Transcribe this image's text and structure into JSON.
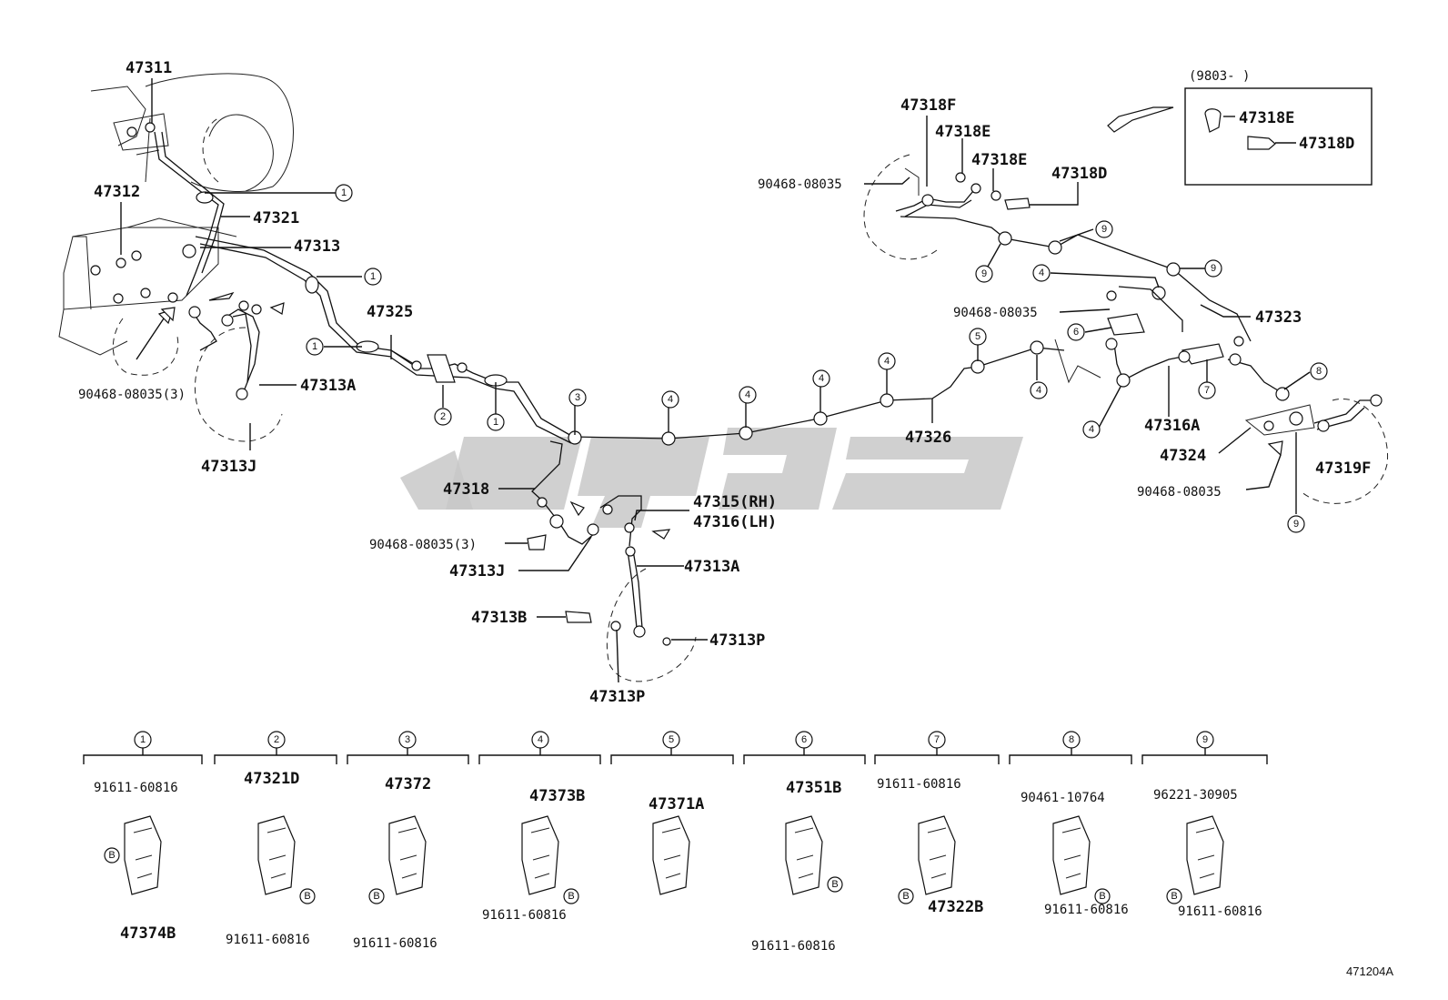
{
  "diagram": {
    "reference_code": "471204A",
    "inset_header": "(9803-          )",
    "part_labels": {
      "p47311": "47311",
      "p47312": "47312",
      "p47321": "47321",
      "p47313": "47313",
      "p47325": "47325",
      "p90468_3_left": "90468-08035(3)",
      "p47313A_left": "47313A",
      "p47313J_left": "47313J",
      "p47318F": "47318F",
      "p47318E_a": "47318E",
      "p47318E_b": "47318E",
      "p47318D_top": "47318D",
      "p90468_top": "90468-08035",
      "p47318E_inset": "47318E",
      "p47318D_inset": "47318D",
      "p90468_mid": "90468-08035",
      "p47323": "47323",
      "p47326": "47326",
      "p47316A": "47316A",
      "p47324": "47324",
      "p90468_right": "90468-08035",
      "p47319F": "47319F",
      "p47318": "47318",
      "p47315RH": "47315(RH)",
      "p47316LH": "47316(LH)",
      "p90468_3_center": "90468-08035(3)",
      "p47313J_center": "47313J",
      "p47313A_center": "47313A",
      "p47313B": "47313B",
      "p47313P_right": "47313P",
      "p47313P_bottom": "47313P"
    },
    "callouts": {
      "c1": "1",
      "c2": "2",
      "c3": "3",
      "c4": "4",
      "c5": "5",
      "c6": "6",
      "c7": "7",
      "c8": "8",
      "c9": "9"
    },
    "bolt_marker": "B",
    "legend": [
      {
        "number": "1",
        "top_label": "91611-60816",
        "bottom_label": "47374B"
      },
      {
        "number": "2",
        "top_label": "47321D",
        "bottom_label": "91611-60816"
      },
      {
        "number": "3",
        "top_label": "47372",
        "bottom_label": "91611-60816"
      },
      {
        "number": "4",
        "top_label": "47373B",
        "bottom_label": "91611-60816"
      },
      {
        "number": "5",
        "top_label": "47371A",
        "bottom_label": ""
      },
      {
        "number": "6",
        "top_label": "47351B",
        "bottom_label": "91611-60816"
      },
      {
        "number": "7",
        "top_label": "91611-60816",
        "bottom_label": "47322B"
      },
      {
        "number": "8",
        "top_label": "90461-10764",
        "bottom_label": "91611-60816"
      },
      {
        "number": "9",
        "top_label": "96221-30905",
        "bottom_label": "91611-60816"
      }
    ]
  }
}
